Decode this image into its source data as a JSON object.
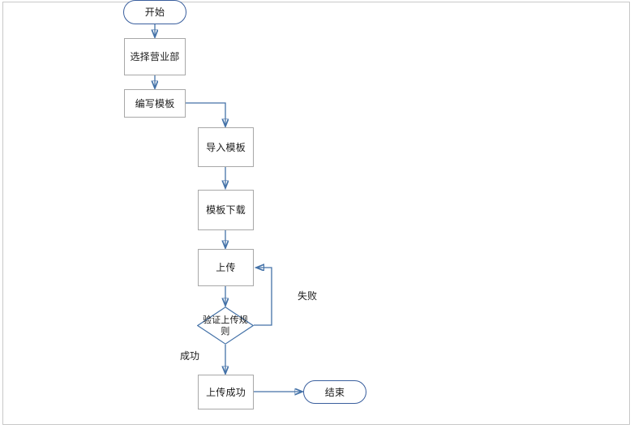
{
  "diagram": {
    "type": "flowchart",
    "orientation": "top-to-bottom",
    "line_color": "#4472a8",
    "process_border_color": "#a8a8a8",
    "terminator_border_color": "#3a5f9e",
    "text_color": "#1a1a1a",
    "background": "#ffffff",
    "page_border_color": "#c8c8c8",
    "nodes": [
      {
        "id": "start",
        "shape": "terminator",
        "label": "开始"
      },
      {
        "id": "select",
        "shape": "process",
        "label": "选择营业部"
      },
      {
        "id": "compose",
        "shape": "process",
        "label": "编写模板"
      },
      {
        "id": "import",
        "shape": "process",
        "label": "导入模板"
      },
      {
        "id": "download",
        "shape": "process",
        "label": "模板下载"
      },
      {
        "id": "upload",
        "shape": "process",
        "label": "上传"
      },
      {
        "id": "validate",
        "shape": "decision",
        "label": "验证上传规则"
      },
      {
        "id": "success",
        "shape": "process",
        "label": "上传成功"
      },
      {
        "id": "end",
        "shape": "terminator",
        "label": "结束"
      }
    ],
    "edges": [
      {
        "from": "start",
        "to": "select",
        "label": ""
      },
      {
        "from": "select",
        "to": "compose",
        "label": ""
      },
      {
        "from": "compose",
        "to": "import",
        "label": ""
      },
      {
        "from": "import",
        "to": "download",
        "label": ""
      },
      {
        "from": "download",
        "to": "upload",
        "label": ""
      },
      {
        "from": "upload",
        "to": "validate",
        "label": ""
      },
      {
        "from": "validate",
        "to": "upload",
        "label": "失败"
      },
      {
        "from": "validate",
        "to": "success",
        "label": "成功"
      },
      {
        "from": "success",
        "to": "end",
        "label": ""
      }
    ],
    "labels": {
      "fail": "失败",
      "success": "成功"
    }
  }
}
